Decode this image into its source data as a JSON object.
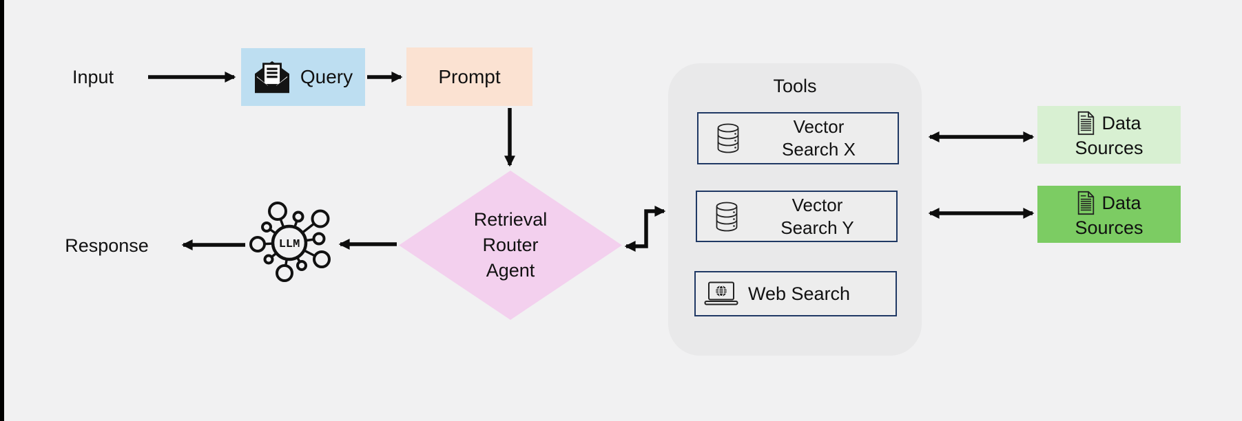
{
  "canvas": {
    "background": "#F1F1F2",
    "edge_bar_color": "#000000"
  },
  "flow": {
    "input_label": "Input",
    "response_label": "Response"
  },
  "nodes": {
    "query": {
      "label": "Query",
      "color": "#BDDEF1",
      "icon": "open-envelope-letter-icon"
    },
    "prompt": {
      "label": "Prompt",
      "color": "#FBE2D2"
    },
    "router": {
      "lines": [
        "Retrieval",
        "Router",
        "Agent"
      ],
      "color": "#F3D0EE"
    },
    "llm": {
      "label": "LLM",
      "icon": "llm-network-icon"
    },
    "tools": {
      "title": "Tools",
      "panel_color": "#E9E9EA",
      "box_fill": "#EDEDED",
      "box_border": "#1F3864",
      "items": [
        {
          "line1": "Vector",
          "line2": "Search X",
          "icon": "database-icon"
        },
        {
          "line1": "Vector",
          "line2": "Search Y",
          "icon": "database-icon"
        },
        {
          "line1": "Web Search",
          "icon": "laptop-web-icon"
        }
      ]
    },
    "data_sources": [
      {
        "line1": "Data",
        "line2": "Sources",
        "color": "#D8F0D2",
        "icon": "document-icon"
      },
      {
        "line1": "Data",
        "line2": "Sources",
        "color": "#7CCC63",
        "icon": "document-icon"
      }
    ]
  },
  "edges": [
    {
      "from": "Input",
      "to": "Query",
      "style": "arrow"
    },
    {
      "from": "Query",
      "to": "Prompt",
      "style": "arrow"
    },
    {
      "from": "Prompt",
      "to": "Retrieval Router Agent",
      "style": "arrow"
    },
    {
      "from": "Retrieval Router Agent",
      "to": "LLM",
      "style": "arrow"
    },
    {
      "from": "LLM",
      "to": "Response",
      "style": "arrow"
    },
    {
      "from": "Retrieval Router Agent",
      "to": "Tools",
      "style": "bidirectional-elbow"
    },
    {
      "from": "Vector Search X",
      "to": "Data Sources (light green)",
      "style": "bidirectional"
    },
    {
      "from": "Vector Search Y",
      "to": "Data Sources (green)",
      "style": "bidirectional"
    }
  ],
  "arrow_color": "#0D0D0D"
}
